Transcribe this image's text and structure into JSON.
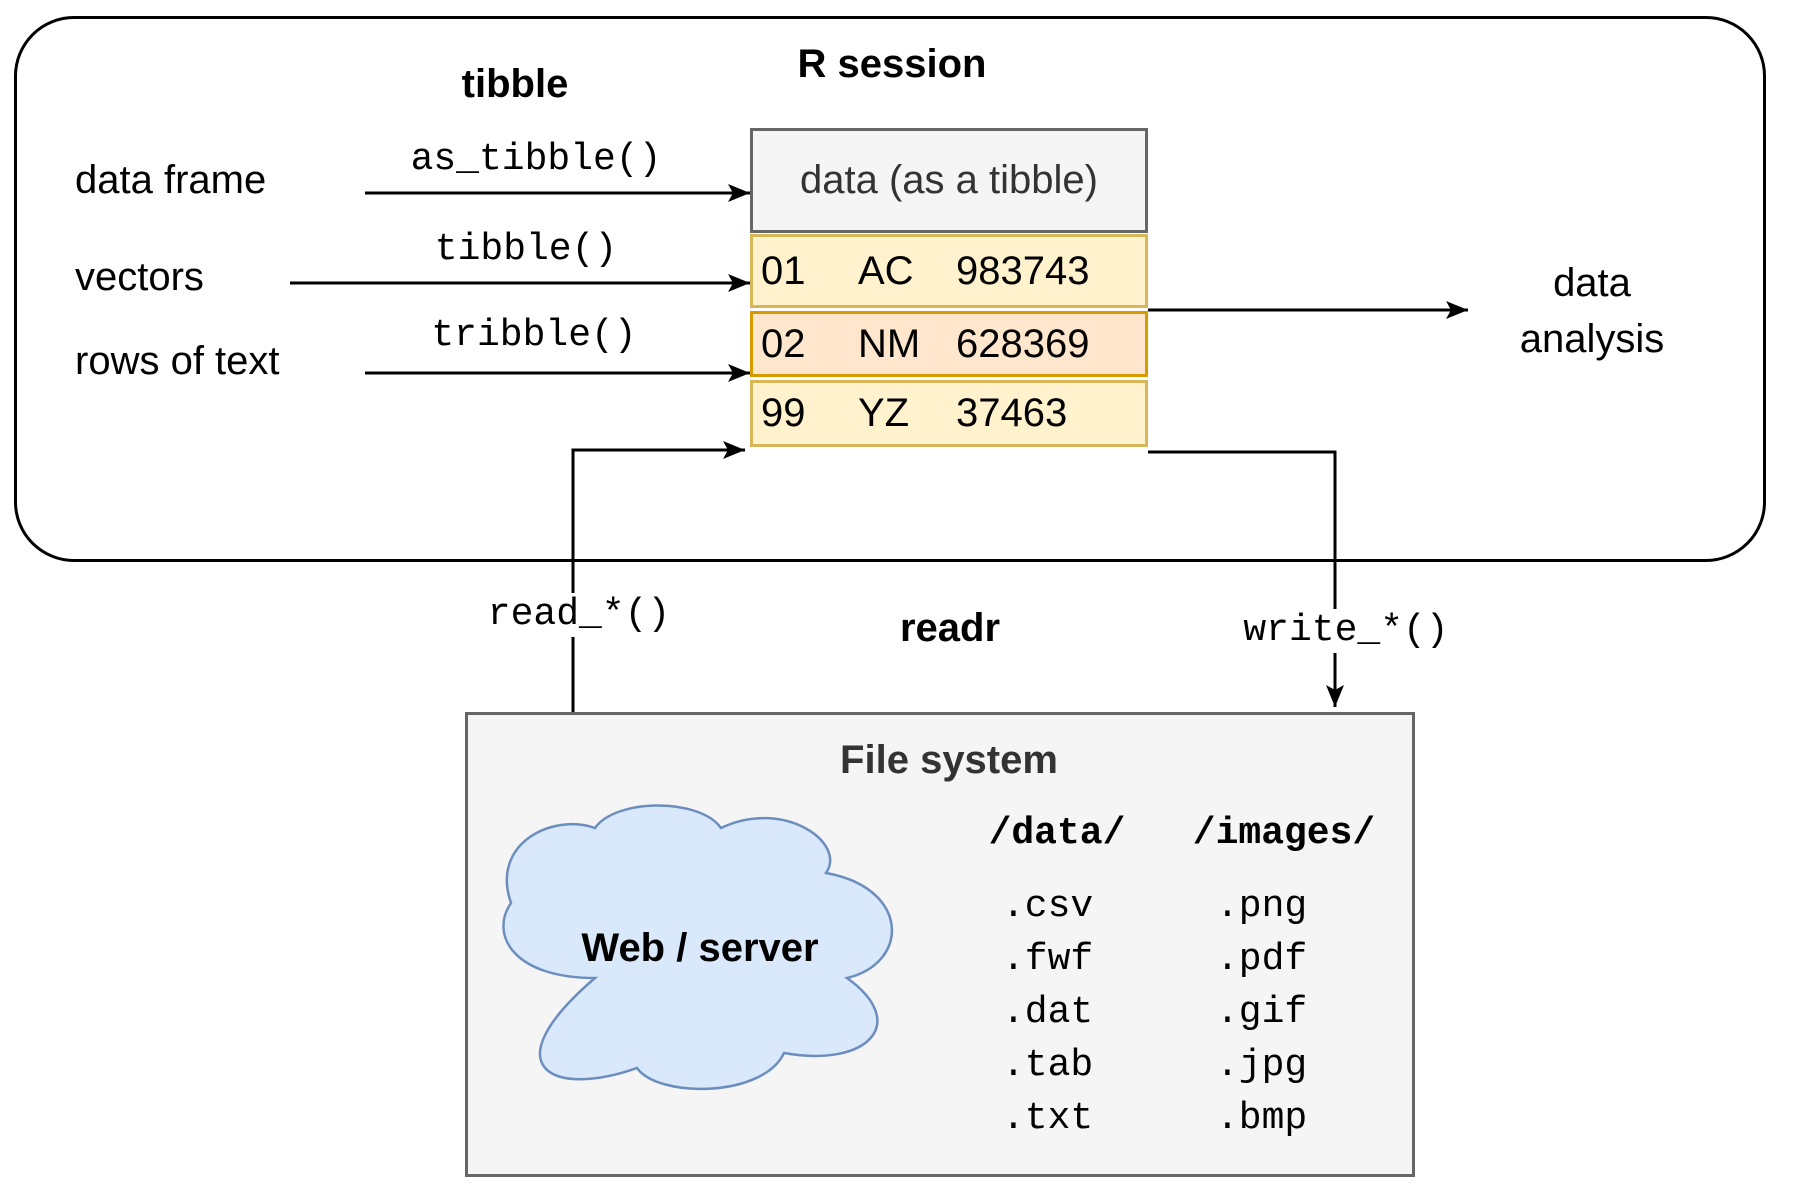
{
  "diagram": {
    "r_session_title": "R session",
    "tibble_heading": "tibble",
    "readr_heading": "readr",
    "sources": [
      {
        "label": "data frame",
        "fn": "as_tibble()"
      },
      {
        "label": "vectors",
        "fn": "tibble()"
      },
      {
        "label": "rows of text",
        "fn": "tribble()"
      }
    ],
    "table": {
      "header": "data (as a tibble)",
      "rows": [
        {
          "id": "01",
          "code": "AC",
          "value": "983743"
        },
        {
          "id": "02",
          "code": "NM",
          "value": "628369"
        },
        {
          "id": "99",
          "code": "YZ",
          "value": "37463"
        }
      ]
    },
    "data_analysis_line1": "data",
    "data_analysis_line2": "analysis",
    "read_fn": "read_*()",
    "write_fn": "write_*()",
    "file_system": {
      "title": "File system",
      "cloud_label": "Web / server",
      "data_dir": {
        "header": "/data/",
        "items": [
          ".csv",
          ".fwf",
          ".dat",
          ".tab",
          ".txt"
        ]
      },
      "images_dir": {
        "header": "/images/",
        "items": [
          ".png",
          ".pdf",
          ".gif",
          ".jpg",
          ".bmp"
        ]
      }
    },
    "colors": {
      "row_yellow_fill": "#fff2cc",
      "row_yellow_border": "#d6b656",
      "row_orange_fill": "#ffe6cc",
      "row_orange_border": "#d79b00",
      "panel_fill": "#f5f5f5",
      "panel_border": "#666666",
      "cloud_fill": "#dae8fc",
      "cloud_border": "#6c8ebf",
      "line_color": "#000000"
    }
  }
}
